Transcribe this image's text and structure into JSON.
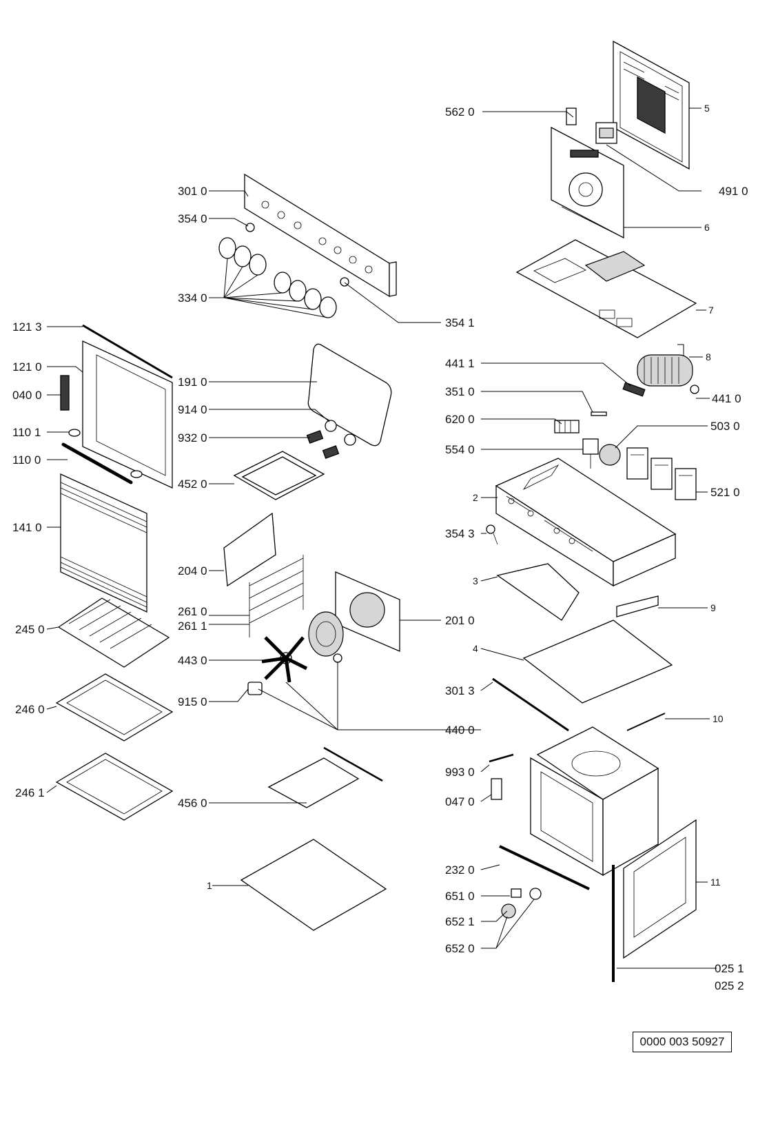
{
  "labels": {
    "l5620": "562 0",
    "l5": "5",
    "l4910": "491 0",
    "l3010": "301 0",
    "l3540": "354 0",
    "l6": "6",
    "l3340": "334 0",
    "l7": "7",
    "l3541": "354 1",
    "l1213": "121 3",
    "l8": "8",
    "l1210": "121 0",
    "l1910": "191 0",
    "l4411": "441 1",
    "l4410": "441 0",
    "l0400": "040 0",
    "l9140": "914 0",
    "l3510": "351 0",
    "l1101": "110 1",
    "l9320": "932 0",
    "l6200": "620 0",
    "l5030": "503 0",
    "l1100": "110 0",
    "l5540": "554 0",
    "l4520": "452 0",
    "l2": "2",
    "l5210": "521 0",
    "l1410": "141 0",
    "l3543": "354 3",
    "l2040": "204 0",
    "l3": "3",
    "l2610": "261 0",
    "l9": "9",
    "l2611": "261 1",
    "l2010": "201 0",
    "l2450": "245 0",
    "l4430": "443 0",
    "l4": "4",
    "l2460": "246 0",
    "l9150": "915 0",
    "l3013": "301 3",
    "l4400": "440 0",
    "l10": "10",
    "l9930": "993 0",
    "l2461": "246 1",
    "l4560": "456 0",
    "l0470": "047 0",
    "l2320": "232 0",
    "l1": "1",
    "l11": "11",
    "l6510": "651 0",
    "l6521": "652 1",
    "l6520": "652 0",
    "l0251": "025 1",
    "l0252": "025 2"
  },
  "reference_number": "0000 003 50927"
}
